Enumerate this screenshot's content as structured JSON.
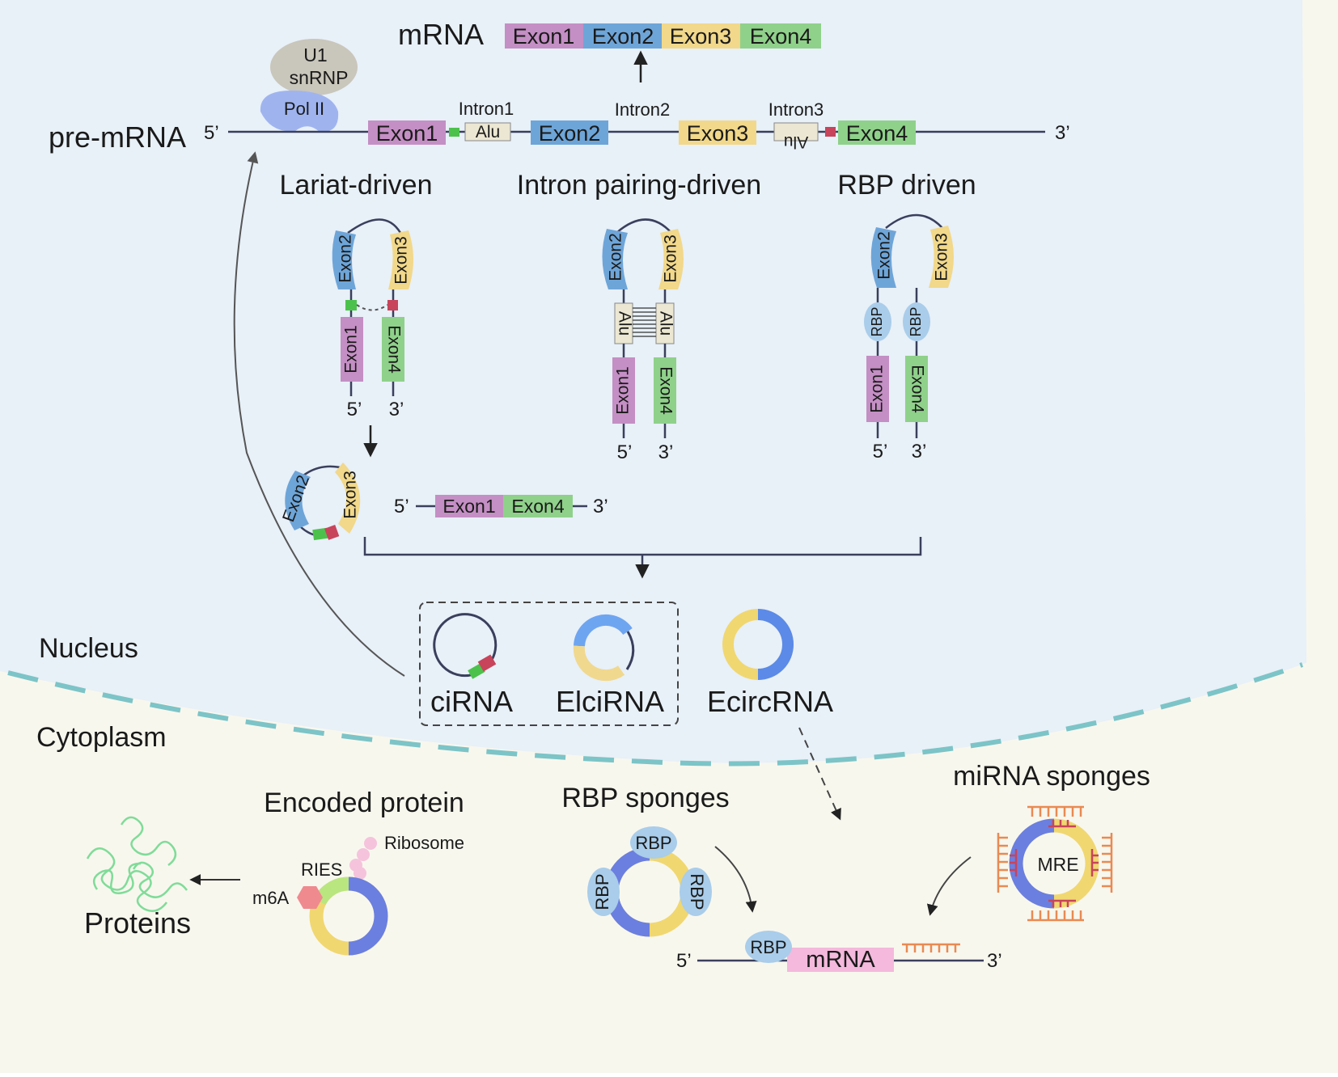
{
  "colors": {
    "nucleus_bg": "#e8f0f8",
    "cytoplasm_bg": "#f8f7ee",
    "membrane": "#7cc4c7",
    "exon1": "#c48fc4",
    "exon2": "#6ea5d8",
    "exon3": "#f1d88a",
    "exon4": "#8fd18a",
    "alu": "#ebe7d2",
    "green_site": "#4cc24c",
    "red_site": "#c8445b",
    "line": "#3a3f5c",
    "rbp": "#a9cdea",
    "blue_ring": "#6b7fe0",
    "yellow_ring": "#f0d770",
    "mirna": "#e98a52",
    "mrna_pink": "#f4b9dc",
    "m6a": "#ef8a8f",
    "ribosome": "#f5c3dc",
    "protein": "#7fdc98"
  },
  "top": {
    "mrna_label": "mRNA",
    "mrna_exons": [
      "Exon1",
      "Exon2",
      "Exon3",
      "Exon4"
    ],
    "u1": "U1\nsnRNP",
    "u1_line1": "U1",
    "u1_line2": "snRNP",
    "pol2": "Pol II",
    "pre_mrna_label": "pre-mRNA",
    "five_prime": "5’",
    "three_prime": "3’",
    "exon1": "Exon1",
    "exon2": "Exon2",
    "exon3": "Exon3",
    "exon4": "Exon4",
    "intron1": "Intron1",
    "intron2": "Intron2",
    "intron3": "Intron3",
    "alu": "Alu"
  },
  "mechanisms": {
    "lariat": "Lariat-driven",
    "pairing": "Intron pairing-driven",
    "rbp_driven": "RBP driven",
    "rbp": "RBP"
  },
  "products": {
    "ciRNA": "ciRNA",
    "EIciRNA": "ElciRNA",
    "EcircRNA": "EcircRNA"
  },
  "compartments": {
    "nucleus": "Nucleus",
    "cytoplasm": "Cytoplasm"
  },
  "functions": {
    "encoded_protein": "Encoded protein",
    "ribosome": "Ribosome",
    "ries": "RIES",
    "m6a": "m6A",
    "proteins": "Proteins",
    "rbp_sponges": "RBP sponges",
    "mirna_sponges": "miRNA sponges",
    "mre": "MRE",
    "mrna": "mRNA",
    "rbp": "RBP"
  }
}
